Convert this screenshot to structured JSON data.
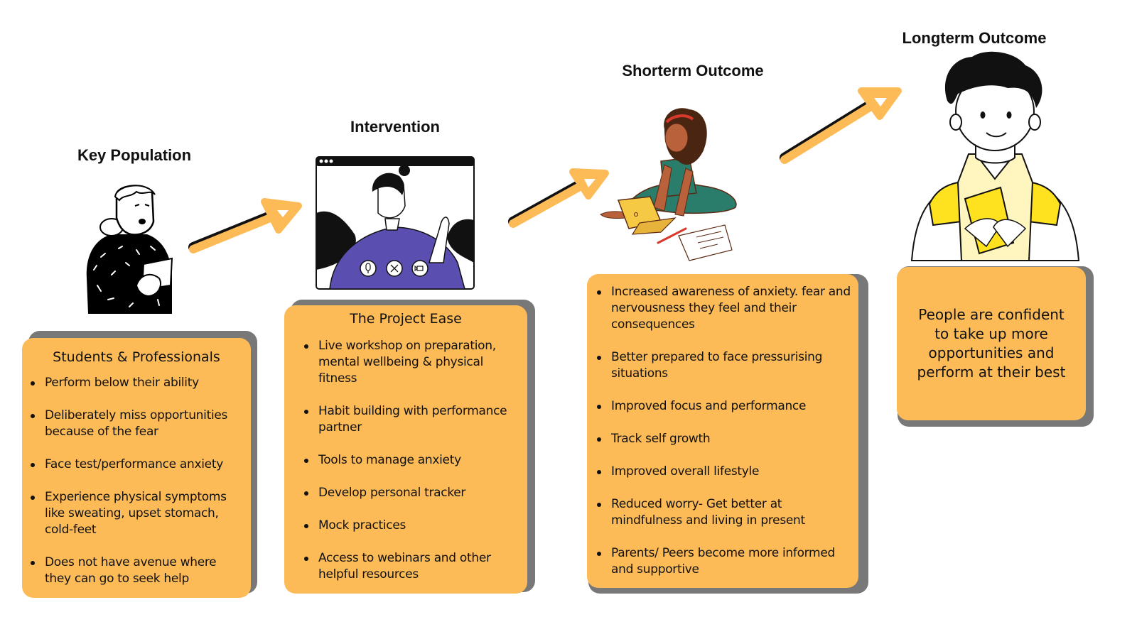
{
  "stages": [
    {
      "heading": "Key Population",
      "illustration": "anxious-person-reading-note-icon",
      "card": {
        "title": "Students & Professionals",
        "items": [
          "Perform below their ability",
          "Deliberately miss opportunities because of the fear",
          "Face test/performance anxiety",
          "Experience physical symptoms like sweating, upset stomach, cold-feet",
          "Does not have avenue where they can  go to seek help"
        ]
      }
    },
    {
      "heading": "Intervention",
      "illustration": "video-call-person-waving-icon",
      "card": {
        "title": "The Project Ease",
        "items": [
          "Live workshop on preparation, mental wellbeing & physical fitness",
          "Habit building with performance partner",
          "Tools to manage anxiety",
          " Develop personal tracker",
          "Mock practices",
          "Access to webinars and other helpful resources"
        ]
      }
    },
    {
      "heading": "Shorterm Outcome",
      "illustration": "woman-studying-on-laptop-icon",
      "card": {
        "items": [
          "Increased awareness of anxiety. fear and nervousness they feel and their consequences",
          "Better prepared to face pressurising situations",
          "Improved focus and performance",
          "Track self growth",
          "Improved overall lifestyle",
          "Reduced worry- Get better at mindfulness and living in present",
          "Parents/ Peers become more informed and supportive"
        ]
      }
    },
    {
      "heading": "Longterm Outcome",
      "illustration": "confident-person-holding-notebook-icon",
      "card": {
        "text": "People are confident to take up more opportunities and perform at their best"
      }
    }
  ],
  "arrows": [
    "arrow-right-up-icon",
    "arrow-right-up-icon",
    "arrow-right-up-icon"
  ],
  "colors": {
    "card_fill": "#FDBB58",
    "card_shadow": "#787878",
    "arrow_fill": "#FDBB58",
    "text": "#111111"
  }
}
